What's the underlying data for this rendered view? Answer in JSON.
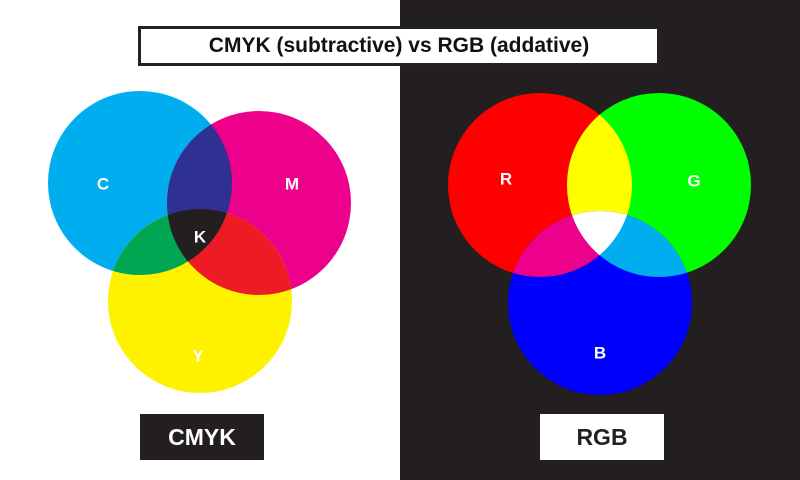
{
  "title": "CMYK (subtractive) vs RGB (addative)",
  "colors": {
    "left_bg": "#ffffff",
    "right_bg": "#231f20",
    "cyan": "#00aeef",
    "magenta": "#ec008c",
    "yellow": "#fff200",
    "cyan_magenta": "#2e3192",
    "cyan_yellow": "#00a651",
    "magenta_yellow": "#ed1c24",
    "key": "#231f20",
    "red": "#ff0000",
    "green": "#00ff00",
    "blue": "#0000ff",
    "red_green": "#ffff00",
    "red_blue": "#ec008c",
    "green_blue": "#00aeef",
    "white": "#ffffff"
  },
  "cmyk": {
    "caption": "CMYK",
    "labels": {
      "c": "C",
      "m": "M",
      "y": "Y",
      "k": "K"
    }
  },
  "rgb": {
    "caption": "RGB",
    "labels": {
      "r": "R",
      "g": "G",
      "b": "B"
    }
  }
}
